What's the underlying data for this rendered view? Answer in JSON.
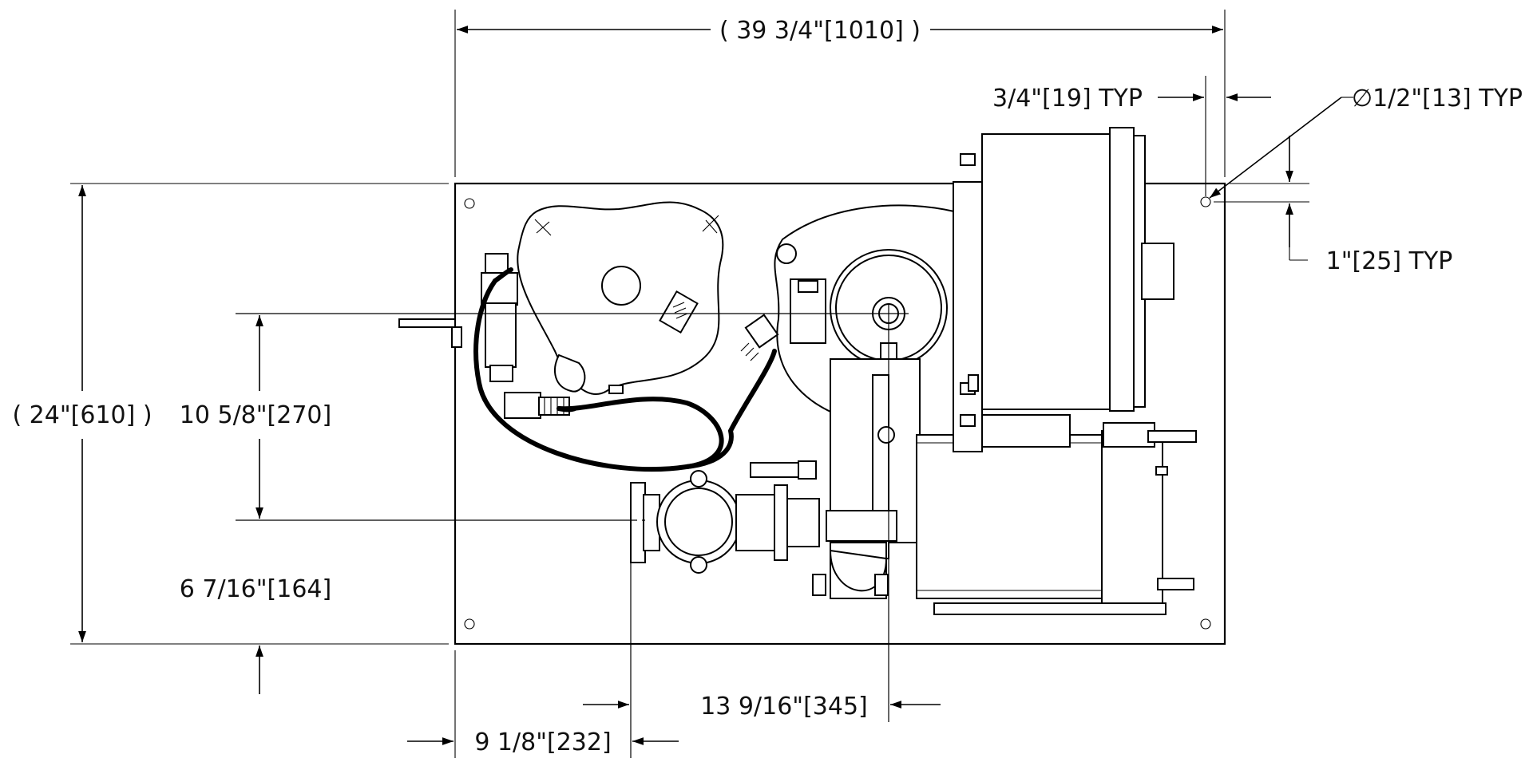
{
  "dimensions": {
    "overall_width": "( 39 3/4\"[1010] )",
    "overall_height": "( 24\"[610] )",
    "outlet_height": "10 5/8\"[270]",
    "inlet_height": "6 7/16\"[164]",
    "inlet_offset": "9 1/8\"[232]",
    "outlet_offset": "13 9/16\"[345]",
    "hole_edge_offset": "3/4\"[19] TYP",
    "hole_diameter": "∅1/2\"[13] TYP",
    "hole_vertical_offset": "1\"[25] TYP"
  }
}
